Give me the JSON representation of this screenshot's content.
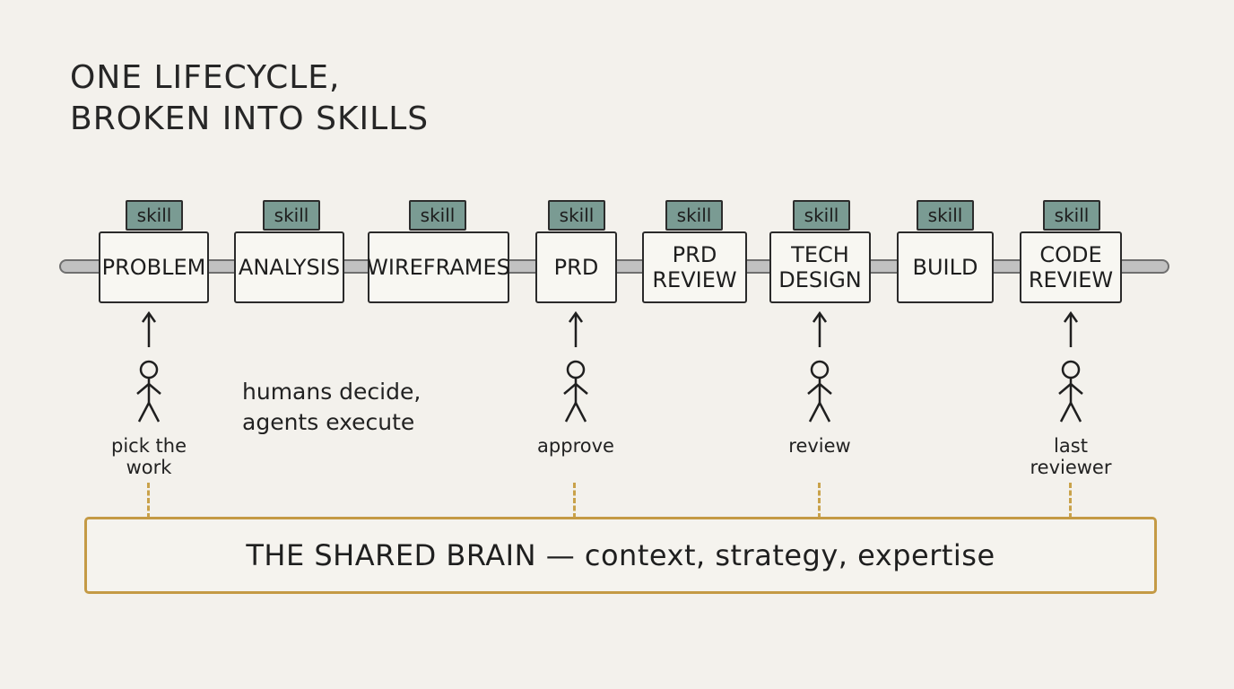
{
  "title": {
    "line1": "ONE LIFECYCLE,",
    "line2": "BROKEN INTO SKILLS"
  },
  "stages": [
    {
      "tag": "skill",
      "label": "PROBLEM"
    },
    {
      "tag": "skill",
      "label": "ANALYSIS"
    },
    {
      "tag": "skill",
      "label": "WIREFRAMES"
    },
    {
      "tag": "skill",
      "label": "PRD"
    },
    {
      "tag": "skill",
      "label": "PRD\nREVIEW"
    },
    {
      "tag": "skill",
      "label": "TECH\nDESIGN"
    },
    {
      "tag": "skill",
      "label": "BUILD"
    },
    {
      "tag": "skill",
      "label": "CODE\nREVIEW"
    }
  ],
  "humans": [
    {
      "label": "pick the\nwork"
    },
    {
      "label": "approve"
    },
    {
      "label": "review"
    },
    {
      "label": "last\nreviewer"
    }
  ],
  "note": "humans decide,\nagents execute",
  "brain": "THE SHARED BRAIN — context, strategy, expertise",
  "colors": {
    "skill_tag": "#7a9b93",
    "brain_border": "#c49a45",
    "rail": "#c1c1c1"
  }
}
